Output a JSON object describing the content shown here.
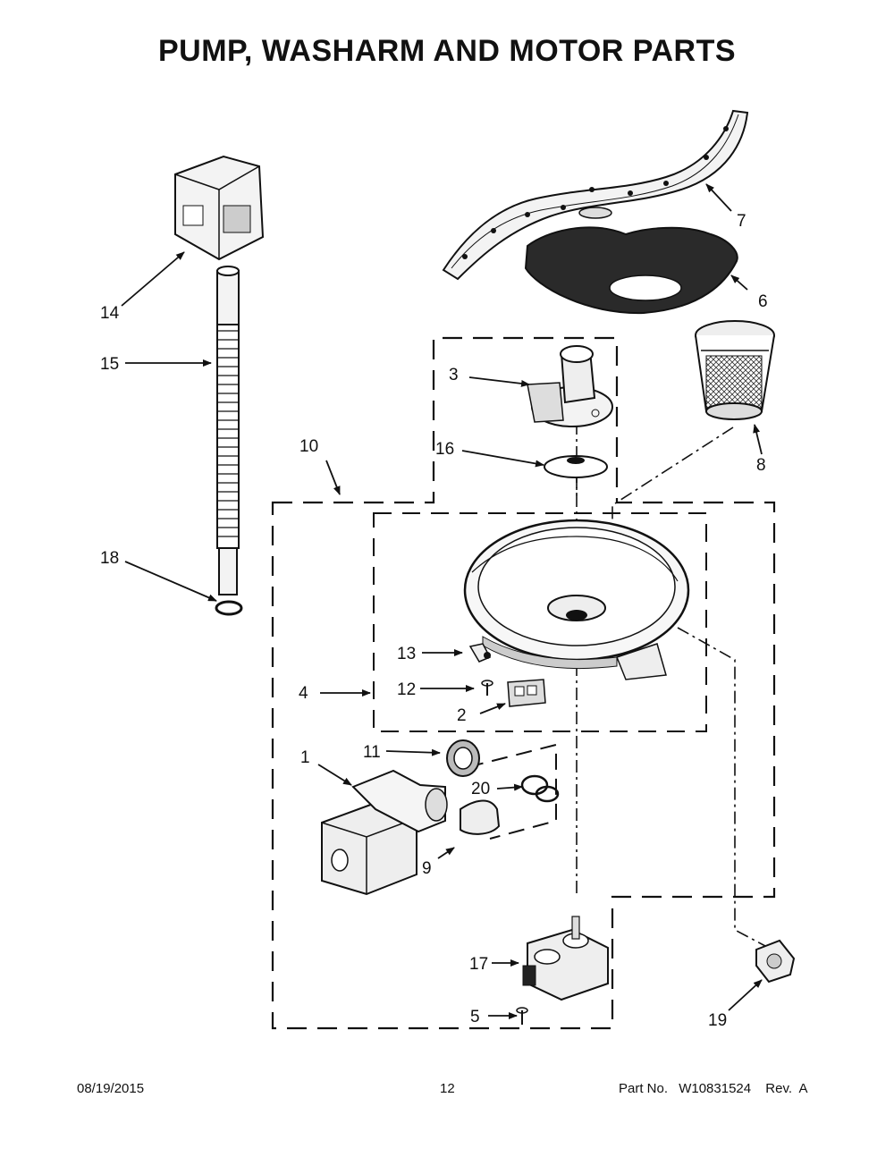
{
  "title": "PUMP, WASHARM AND MOTOR PARTS",
  "callouts": {
    "c1": "1",
    "c2": "2",
    "c3": "3",
    "c4": "4",
    "c5": "5",
    "c6": "6",
    "c7": "7",
    "c8": "8",
    "c9": "9",
    "c10": "10",
    "c11": "11",
    "c12": "12",
    "c13": "13",
    "c14": "14",
    "c15": "15",
    "c16": "16",
    "c17": "17",
    "c18": "18",
    "c19": "19",
    "c20": "20"
  },
  "footer": {
    "date": "08/19/2015",
    "page": "12",
    "part_label": "Part No.",
    "part_number": "W10831524",
    "revision": "Rev.  A"
  }
}
